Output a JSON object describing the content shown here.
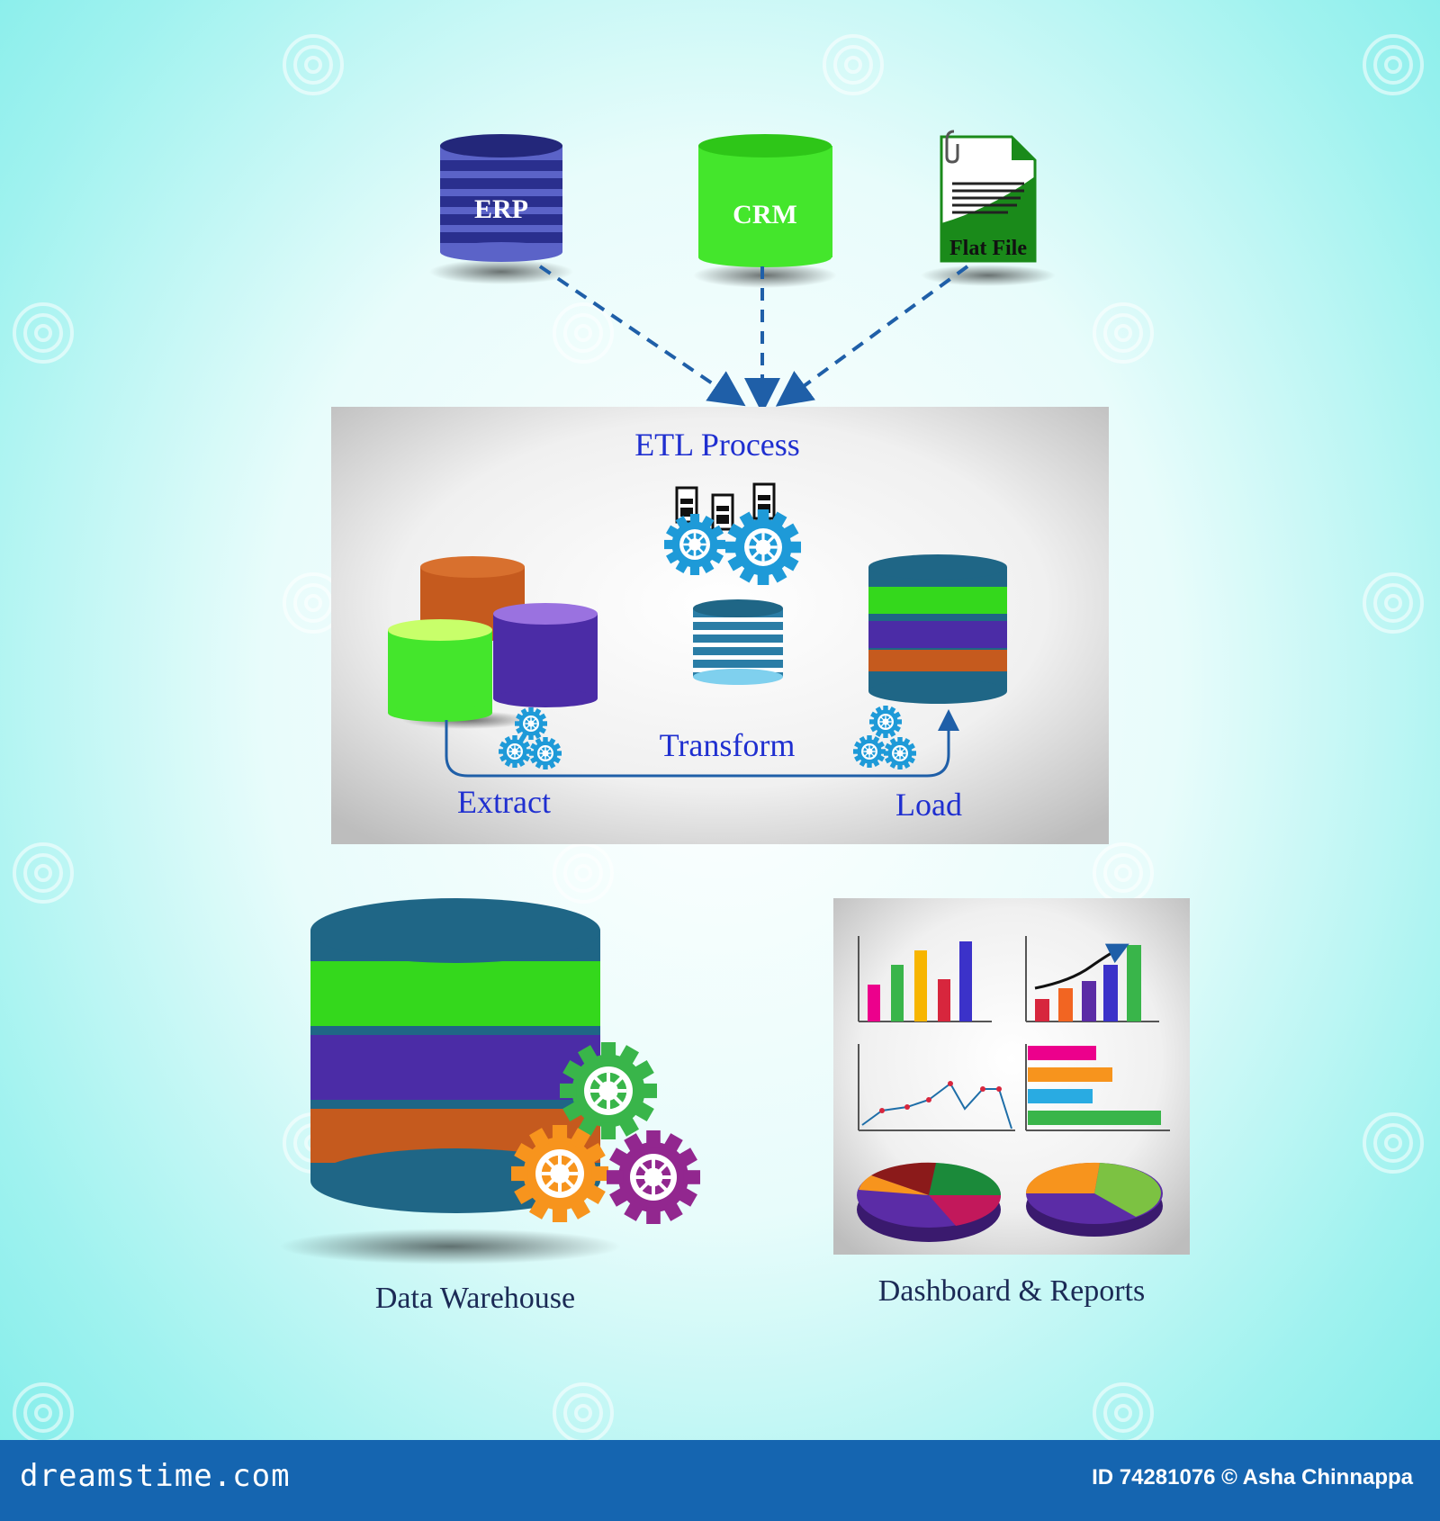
{
  "sources": {
    "erp": "ERP",
    "crm": "CRM",
    "flat_file": "Flat File"
  },
  "etl": {
    "title": "ETL Process",
    "extract": "Extract",
    "transform": "Transform",
    "load": "Load"
  },
  "warehouse": {
    "label": "Data Warehouse"
  },
  "reports": {
    "label": "Dashboard & Reports"
  },
  "footer": {
    "brand": "dreamstime.com",
    "credit": "ID 74281076 © Asha Chinnappa"
  },
  "colors": {
    "arrow": "#1f5fa8",
    "label_blue": "#1f2fd0",
    "dark_label": "#1b2a55",
    "erp": "#5b63c8",
    "crm": "#44e62c",
    "orange": "#c55a1e",
    "purple": "#4b2ca6",
    "teal": "#1f6686",
    "green": "#34d81c",
    "gear_blue": "#1e9ad8",
    "footer": "#1565b0"
  }
}
